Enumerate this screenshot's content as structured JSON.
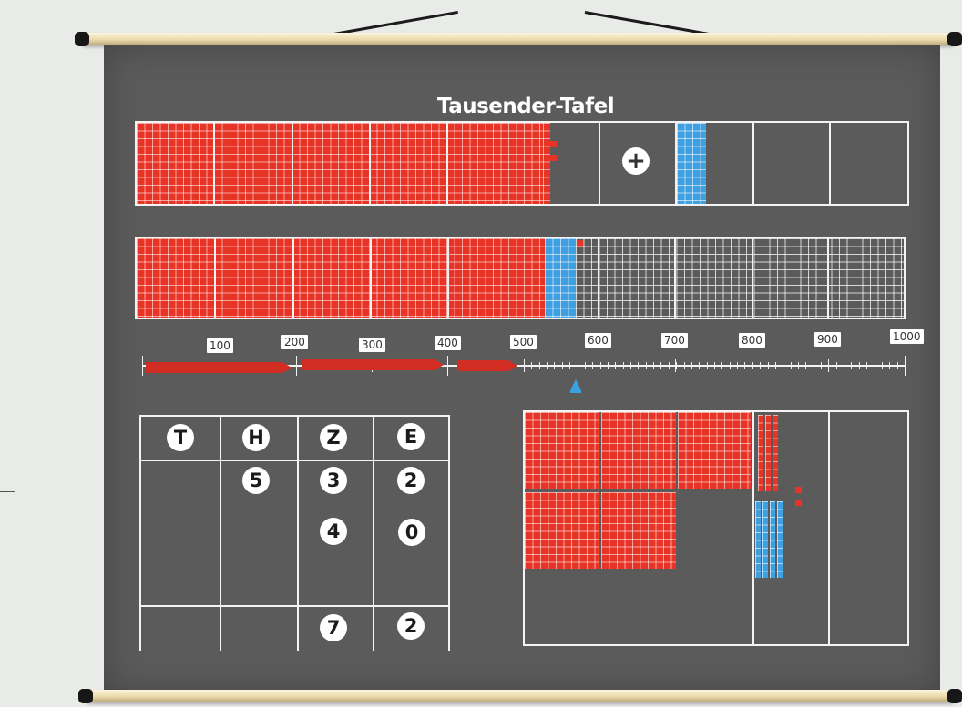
{
  "poster": {
    "title": "Tausender-Tafel",
    "operator": "+",
    "scale_labels": [
      "100",
      "200",
      "300",
      "400",
      "500",
      "600",
      "700",
      "800",
      "900",
      "1000"
    ],
    "place_value_headers": [
      "T",
      "H",
      "Z",
      "E"
    ],
    "rows": [
      [
        "",
        "5",
        "3",
        "2"
      ],
      [
        "",
        "",
        "4",
        "0"
      ],
      [
        "",
        "",
        "7",
        "2"
      ]
    ]
  },
  "colors": {
    "board": "#5b5b5b",
    "red": "#e83426",
    "blue": "#3ea0e0",
    "rod": "#e9d9a9"
  },
  "icons": [
    "plus-icon",
    "arrow-icon",
    "marker-icon"
  ]
}
